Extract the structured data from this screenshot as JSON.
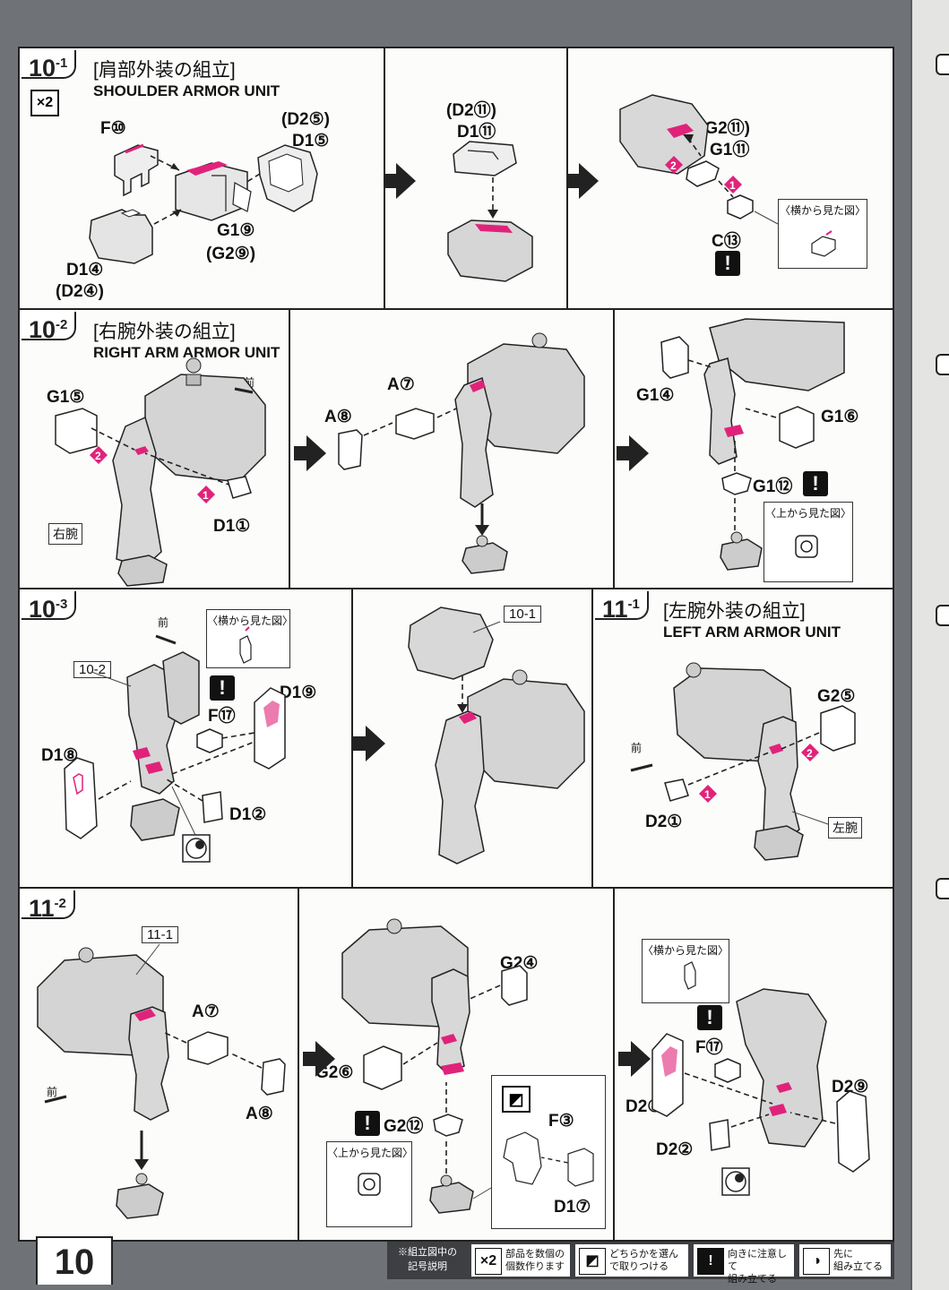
{
  "page_number": "10",
  "sections": {
    "s10_1": {
      "number": "10",
      "sub": "-1",
      "title_jp": "[肩部外装の組立]",
      "title_en": "SHOULDER ARMOR UNIT",
      "multiplier": "×2",
      "labels": {
        "f10": "F⑩",
        "d2_5": "(D2⑤)",
        "d1_5": "D1⑤",
        "g1_9": "G1⑨",
        "g2_9": "(G2⑨)",
        "d1_4": "D1④",
        "d2_4": "(D2④)",
        "d2_11": "(D2⑪)",
        "d1_11": "D1⑪",
        "g2_11": "(G2⑪)",
        "g1_11": "G1⑪",
        "c13": "C⑬"
      },
      "side_view": "〈横から見た図〉",
      "step_marks": [
        "2",
        "1"
      ]
    },
    "s10_2": {
      "number": "10",
      "sub": "-2",
      "title_jp": "[右腕外装の組立]",
      "title_en": "RIGHT ARM ARMOR UNIT",
      "forward": "前",
      "labels": {
        "g1_5": "G1⑤",
        "d1_1": "D1①",
        "right_arm": "右腕",
        "a7": "A⑦",
        "a8": "A⑧",
        "g1_4": "G1④",
        "g1_6": "G1⑥",
        "g1_12": "G1⑫"
      },
      "top_view": "〈上から見た図〉",
      "step_marks": [
        "2",
        "1"
      ]
    },
    "s10_3": {
      "number": "10",
      "sub": "-3",
      "forward": "前",
      "side_view": "〈横から見た図〉",
      "ref_10_2": "10-2",
      "ref_10_1": "10-1",
      "labels": {
        "d1_9": "D1⑨",
        "f17": "F⑰",
        "d1_8": "D1⑧",
        "d1_2": "D1②"
      }
    },
    "s11_1": {
      "number": "11",
      "sub": "-1",
      "title_jp": "[左腕外装の組立]",
      "title_en": "LEFT ARM ARMOR UNIT",
      "forward": "前",
      "labels": {
        "g2_5": "G2⑤",
        "d2_1": "D2①",
        "left_arm": "左腕"
      },
      "step_marks": [
        "2",
        "1"
      ]
    },
    "s11_2": {
      "number": "11",
      "sub": "-2",
      "forward": "前",
      "ref_11_1": "11-1",
      "labels": {
        "a7": "A⑦",
        "a8": "A⑧",
        "g2_4": "G2④",
        "g2_6": "G2⑥",
        "g2_12": "G2⑫",
        "f3": "F③",
        "d1_7": "D1⑦",
        "f17": "F⑰",
        "d2_8": "D2⑧",
        "d2_9": "D2⑨",
        "d2_2": "D2②"
      },
      "top_view": "〈上から見た図〉",
      "side_view": "〈横から見た図〉"
    }
  },
  "legend": {
    "heading_line1": "※組立図中の",
    "heading_line2": "記号説明",
    "items": [
      {
        "icon": "×2",
        "line1": "部品を数個の",
        "line2": "個数作ります"
      },
      {
        "icon": "◩",
        "line1": "どちらかを選ん",
        "line2": "で取りつける"
      },
      {
        "icon": "!",
        "line1": "向きに注意して",
        "line2": "組み立てる"
      },
      {
        "icon": "◑",
        "line1": "先に",
        "line2": "組み立てる"
      }
    ]
  },
  "colors": {
    "accent": "#e0237a",
    "ink": "#222222",
    "part": "#d8d8d8"
  }
}
